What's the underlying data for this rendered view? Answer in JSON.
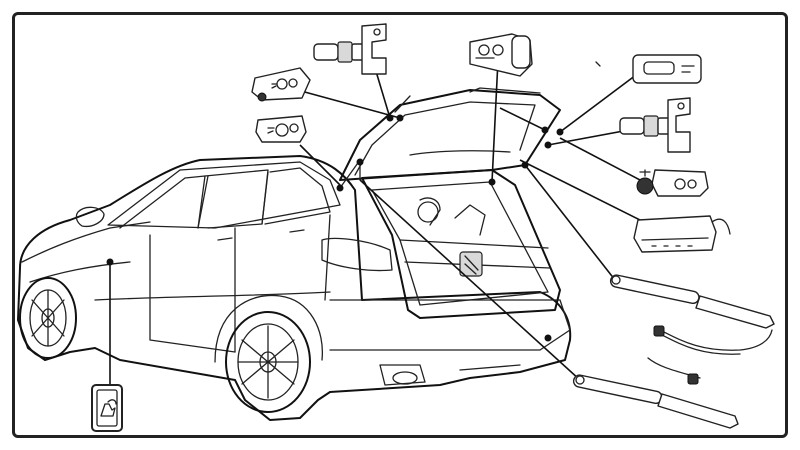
{
  "diagram": {
    "components": [
      {
        "id": "hinge-bracket-left",
        "icon": "hinge-bracket-icon"
      },
      {
        "id": "strut-mount-left",
        "icon": "strut-mount-icon"
      },
      {
        "id": "actuator-latch-left",
        "icon": "latch-icon"
      },
      {
        "id": "hinge-bracket-center",
        "icon": "hinge-bracket-icon"
      },
      {
        "id": "switch-button-top",
        "icon": "switch-icon"
      },
      {
        "id": "actuator-latch-right",
        "icon": "latch-icon"
      },
      {
        "id": "ball-stud-bracket",
        "icon": "ball-stud-icon"
      },
      {
        "id": "control-module",
        "icon": "module-icon"
      },
      {
        "id": "gas-strut-upper",
        "icon": "strut-icon"
      },
      {
        "id": "wire-harness",
        "icon": "harness-icon"
      },
      {
        "id": "gas-strut-lower",
        "icon": "strut-icon"
      },
      {
        "id": "key-fob-switch",
        "icon": "hand-switch-icon"
      }
    ],
    "colors": {
      "line": "#222222",
      "background": "#ffffff",
      "shade": "#d9d9d9"
    }
  }
}
